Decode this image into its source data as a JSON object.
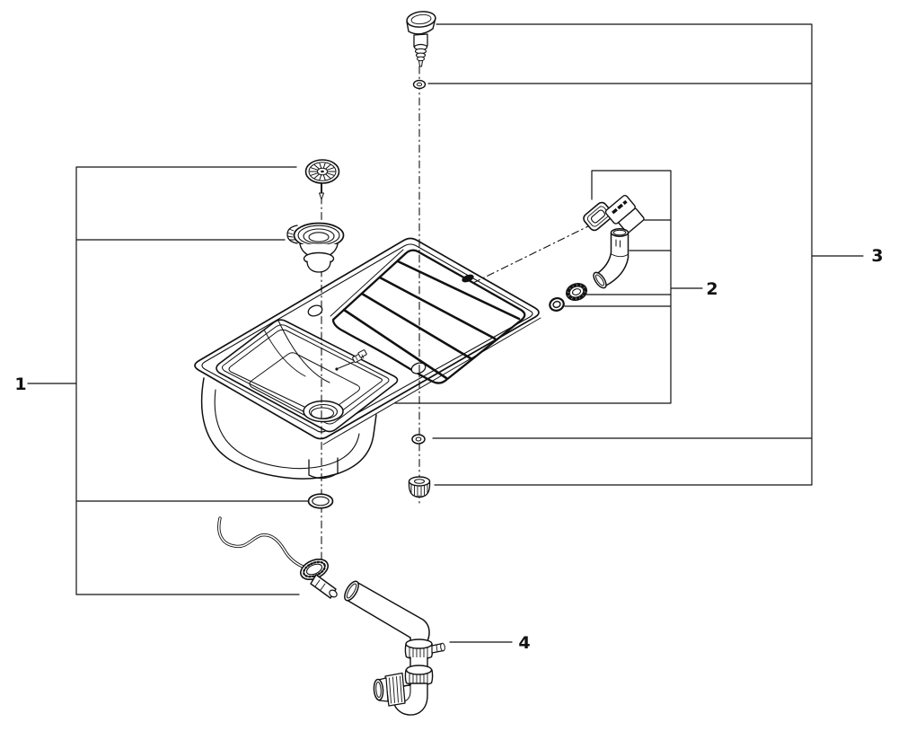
{
  "diagram": {
    "background_color": "#ffffff",
    "line_color": "#111111",
    "callouts": [
      {
        "label": "1"
      },
      {
        "label": "2"
      },
      {
        "label": "3"
      },
      {
        "label": "4"
      }
    ],
    "parts": [
      "control-knob",
      "washer",
      "strainer-plug",
      "basket-strainer",
      "sink-with-drainboard",
      "overflow-gasket",
      "overflow-cover",
      "overflow-elbow",
      "union-nut",
      "o-ring",
      "sealing-ring",
      "locknut",
      "drain-actuator",
      "siphon-trap"
    ]
  }
}
